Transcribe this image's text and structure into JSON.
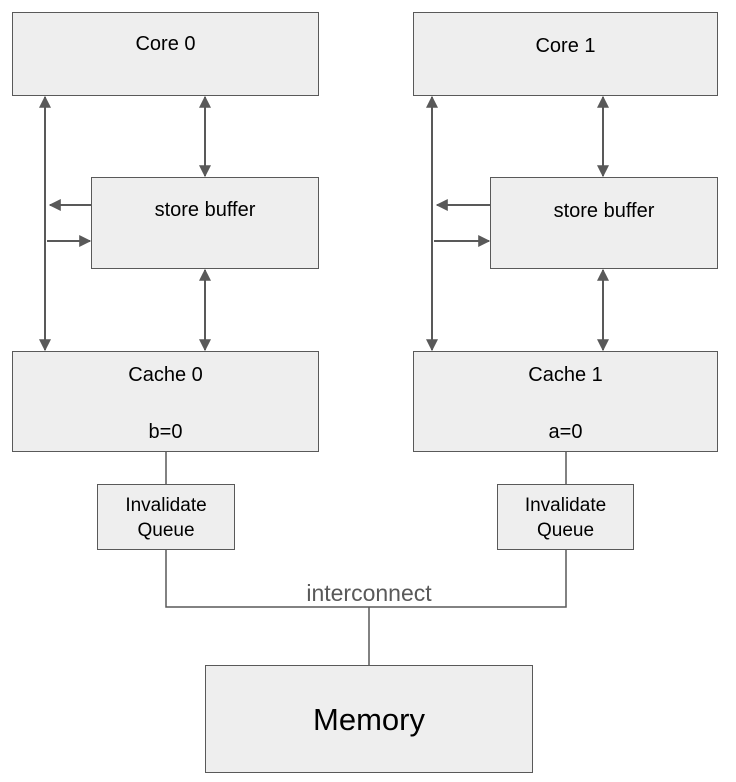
{
  "diagram": {
    "core0": {
      "title": "Core 0"
    },
    "core1": {
      "title": "Core 1"
    },
    "store_buffer_0": {
      "title": "store buffer"
    },
    "store_buffer_1": {
      "title": "store buffer"
    },
    "cache0": {
      "title": "Cache 0",
      "value": "b=0"
    },
    "cache1": {
      "title": "Cache 1",
      "value": "a=0"
    },
    "invalidate_queue_0": {
      "line1": "Invalidate",
      "line2": "Queue"
    },
    "invalidate_queue_1": {
      "line1": "Invalidate",
      "line2": "Queue"
    },
    "interconnect": {
      "label": "interconnect"
    },
    "memory": {
      "title": "Memory"
    }
  },
  "colors": {
    "box_fill": "#eeeeee",
    "box_border": "#595959",
    "connector": "#595959",
    "text": "#000000"
  }
}
